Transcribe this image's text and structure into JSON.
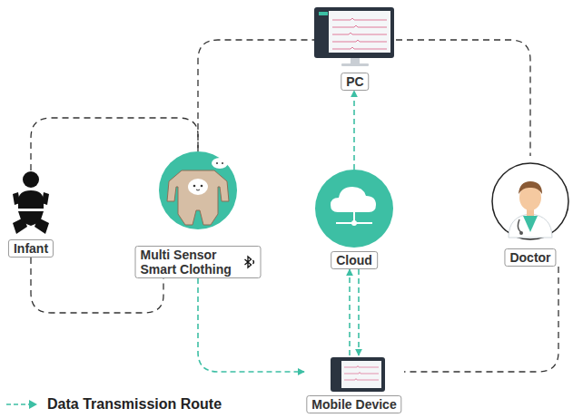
{
  "diagram": {
    "nodes": [
      {
        "text": [
          "PC"
        ]
      },
      {
        "text": [
          "Infant"
        ]
      },
      {
        "text": [
          "Multi Sensor Smart Clothing"
        ]
      },
      {
        "text": [
          "Cloud"
        ]
      },
      {
        "text": [
          "Doctor"
        ]
      },
      {
        "text": [
          "Mobile Device"
        ]
      }
    ],
    "edges": [
      {
        "from": 1,
        "to": 2,
        "arrow": "none"
      },
      {
        "from": 1,
        "to": 2,
        "arrow": "none"
      },
      {
        "from": 2,
        "to": 0,
        "arrow": "none"
      },
      {
        "from": 0,
        "to": 4,
        "arrow": "none"
      },
      {
        "from": 4,
        "to": 5,
        "arrow": "none"
      },
      {
        "from": 2,
        "to": 5,
        "arrow": "to"
      },
      {
        "from": 3,
        "to": 0,
        "arrow": "to"
      },
      {
        "from": 3,
        "to": 5,
        "arrow": "to"
      },
      {
        "from": 5,
        "to": 3,
        "arrow": "to"
      }
    ],
    "legend": [
      {
        "text": "Data Transmission Route"
      }
    ]
  }
}
